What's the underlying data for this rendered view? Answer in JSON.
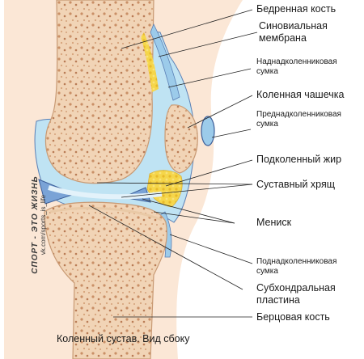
{
  "labels": {
    "femur": "Бедренная кость",
    "synovial_1": "Синовиальная",
    "synovial_2": "мембрана",
    "suprapatellar_1": "Наднадколенниковая",
    "suprapatellar_2": "сумка",
    "patella": "Коленная чашечка",
    "prepatellar_1": "Преднадколенниковая",
    "prepatellar_2": "сумка",
    "fat_pad": "Подколенный жир",
    "cartilage": "Суставный хрящ",
    "meniscus": "Мениск",
    "infrapatellar_1": "Поднадколенниковая",
    "infrapatellar_2": "сумка",
    "subchondral_1": "Субхондральная",
    "subchondral_2": "пластина",
    "tibia": "Берцовая кость"
  },
  "caption": "Коленный сустав. Вид сбоку",
  "watermark": {
    "line1": "СПОРТ - ЭТО ЖИЗНЬ",
    "line2": "vk.com/sports_is_life"
  },
  "colors": {
    "bone": "#f0d2b2",
    "bone_spots": "#c98f66",
    "synovial_fluid": "#bfe3f3",
    "bursa": "#9ccbea",
    "cartilage": "#d9eef8",
    "fat": "#f5d64a",
    "skin": "#fbe7d6",
    "outline": "#5a7fb5"
  }
}
